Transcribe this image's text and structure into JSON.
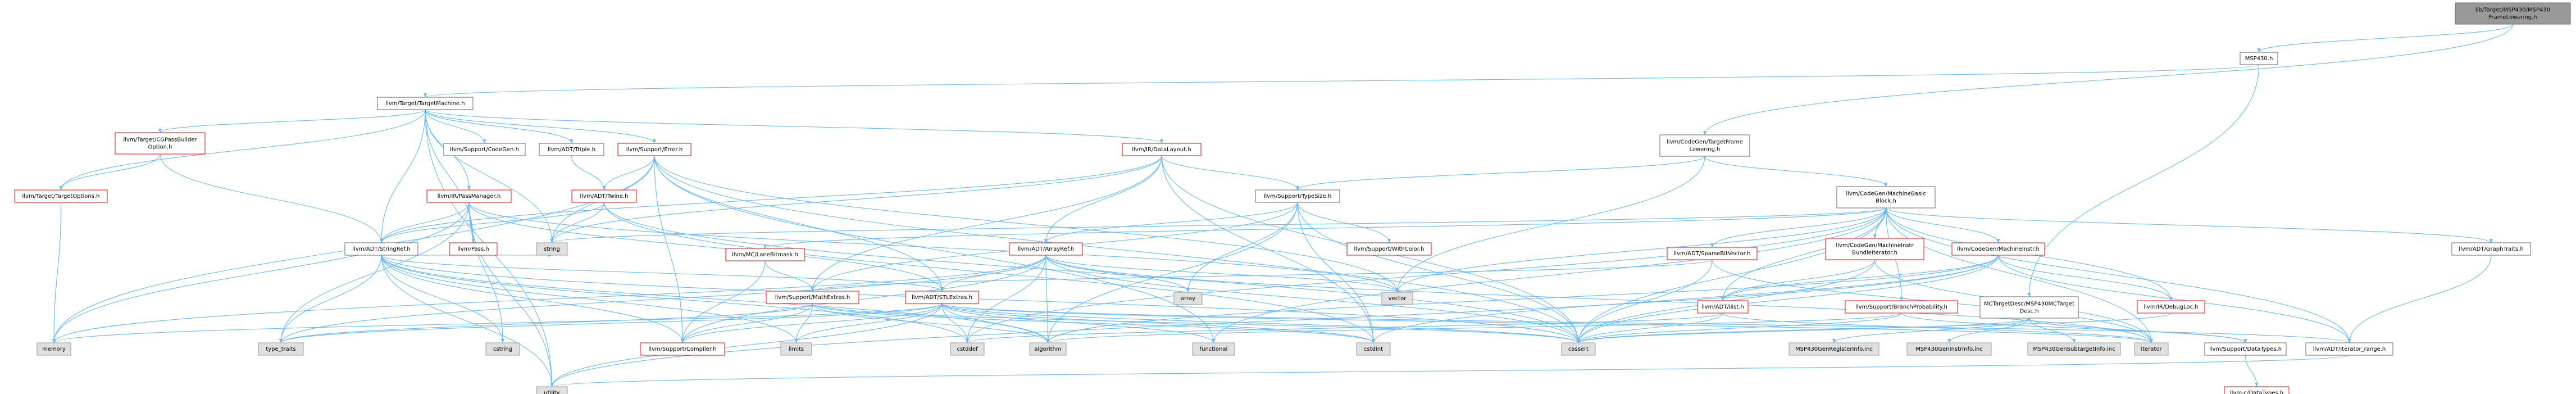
{
  "colors": {
    "edge": "#63b8ff",
    "node_fill": "#ffffff",
    "node_stroke_red": "#ff0000",
    "node_stroke_dark": "#666666",
    "root_fill": "#999999",
    "root_stroke": "#666666",
    "sys_fill": "#e0e0e0",
    "sys_stroke": "#999999",
    "text_red": "#cc0000",
    "text_dark": "#000000"
  },
  "nodes": [
    {
      "id": "root",
      "lines": [
        "lib/Target/MSP430/MSP430",
        "FrameLowering.h"
      ],
      "style": "root"
    },
    {
      "id": "msp430_h",
      "lines": [
        "MSP430.h"
      ],
      "style": "normal"
    },
    {
      "id": "target_machine",
      "lines": [
        "llvm/Target/TargetMachine.h"
      ],
      "style": "normal"
    },
    {
      "id": "cg_frame_lowering",
      "lines": [
        "llvm/CodeGen/TargetFrame",
        "Lowering.h"
      ],
      "style": "normal"
    },
    {
      "id": "cgpassbuilder",
      "lines": [
        "llvm/Target/CGPassBuilder",
        "Option.h"
      ],
      "style": "red"
    },
    {
      "id": "support_codegen",
      "lines": [
        "llvm/Support/CodeGen.h"
      ],
      "style": "normal"
    },
    {
      "id": "adt_triple",
      "lines": [
        "llvm/ADT/Triple.h"
      ],
      "style": "normal"
    },
    {
      "id": "support_error",
      "lines": [
        "llvm/Support/Error.h"
      ],
      "style": "red"
    },
    {
      "id": "ir_datalayout",
      "lines": [
        "llvm/IR/DataLayout.h"
      ],
      "style": "red"
    },
    {
      "id": "target_options",
      "lines": [
        "llvm/Target/TargetOptions.h"
      ],
      "style": "red"
    },
    {
      "id": "ir_passmanager",
      "lines": [
        "llvm/IR/PassManager.h"
      ],
      "style": "red"
    },
    {
      "id": "adt_twine",
      "lines": [
        "llvm/ADT/Twine.h"
      ],
      "style": "red"
    },
    {
      "id": "support_typesize",
      "lines": [
        "llvm/Support/TypeSize.h"
      ],
      "style": "normal"
    },
    {
      "id": "mbb",
      "lines": [
        "llvm/CodeGen/MachineBasic",
        "Block.h"
      ],
      "style": "normal"
    },
    {
      "id": "adt_stringref",
      "lines": [
        "llvm/ADT/StringRef.h"
      ],
      "style": "normal"
    },
    {
      "id": "pass_h",
      "lines": [
        "llvm/Pass.h"
      ],
      "style": "red"
    },
    {
      "id": "mc_lanebitmask",
      "lines": [
        "llvm/MC/LaneBitmask.h"
      ],
      "style": "red"
    },
    {
      "id": "adt_arrayref",
      "lines": [
        "llvm/ADT/ArrayRef.h"
      ],
      "style": "red"
    },
    {
      "id": "support_withcolor",
      "lines": [
        "llvm/Support/WithColor.h"
      ],
      "style": "red"
    },
    {
      "id": "adt_sparsebitvector",
      "lines": [
        "llvm/ADT/SparseBitVector.h"
      ],
      "style": "red"
    },
    {
      "id": "cg_instrbundleiter",
      "lines": [
        "llvm/CodeGen/MachineInstr",
        "BundleIterator.h"
      ],
      "style": "red"
    },
    {
      "id": "cg_machineinstr",
      "lines": [
        "llvm/CodeGen/MachineInstr.h"
      ],
      "style": "red"
    },
    {
      "id": "adt_graphtraits",
      "lines": [
        "llvm/ADT/GraphTraits.h"
      ],
      "style": "normal"
    },
    {
      "id": "support_mathextras",
      "lines": [
        "llvm/Support/MathExtras.h"
      ],
      "style": "red"
    },
    {
      "id": "adt_stlextras",
      "lines": [
        "llvm/ADT/STLExtras.h"
      ],
      "style": "red"
    },
    {
      "id": "adt_ilist",
      "lines": [
        "llvm/ADT/ilist.h"
      ],
      "style": "red"
    },
    {
      "id": "support_branchprob",
      "lines": [
        "llvm/Support/BranchProbability.h"
      ],
      "style": "red"
    },
    {
      "id": "mctargetdesc",
      "lines": [
        "MCTargetDesc/MSP430MCTarget",
        "Desc.h"
      ],
      "style": "normal"
    },
    {
      "id": "ir_debugloc",
      "lines": [
        "llvm/IR/DebugLoc.h"
      ],
      "style": "red"
    },
    {
      "id": "support_compiler",
      "lines": [
        "llvm/Support/Compiler.h"
      ],
      "style": "red"
    },
    {
      "id": "support_datatypes",
      "lines": [
        "llvm/Support/DataTypes.h"
      ],
      "style": "normal"
    },
    {
      "id": "adt_iterator_range",
      "lines": [
        "llvm/ADT/iterator_range.h"
      ],
      "style": "normal"
    },
    {
      "id": "llvm_c_datatypes",
      "lines": [
        "llvm-c/DataTypes.h"
      ],
      "style": "red"
    },
    {
      "id": "sys_string",
      "lines": [
        "string"
      ],
      "style": "sys"
    },
    {
      "id": "sys_vector",
      "lines": [
        "vector"
      ],
      "style": "sys"
    },
    {
      "id": "sys_array",
      "lines": [
        "array"
      ],
      "style": "sys"
    },
    {
      "id": "sys_memory",
      "lines": [
        "memory"
      ],
      "style": "sys"
    },
    {
      "id": "sys_type_traits",
      "lines": [
        "type_traits"
      ],
      "style": "sys"
    },
    {
      "id": "sys_cstring",
      "lines": [
        "cstring"
      ],
      "style": "sys"
    },
    {
      "id": "sys_limits",
      "lines": [
        "limits"
      ],
      "style": "sys"
    },
    {
      "id": "sys_cstddef",
      "lines": [
        "cstddef"
      ],
      "style": "sys"
    },
    {
      "id": "sys_algorithm",
      "lines": [
        "algorithm"
      ],
      "style": "sys"
    },
    {
      "id": "sys_functional",
      "lines": [
        "functional"
      ],
      "style": "sys"
    },
    {
      "id": "sys_cstdint",
      "lines": [
        "cstdint"
      ],
      "style": "sys"
    },
    {
      "id": "sys_cassert",
      "lines": [
        "cassert"
      ],
      "style": "sys"
    },
    {
      "id": "sys_utility",
      "lines": [
        "utility"
      ],
      "style": "sys"
    },
    {
      "id": "sys_iterator",
      "lines": [
        "iterator"
      ],
      "style": "sys"
    },
    {
      "id": "sys_msp_reginfo",
      "lines": [
        "MSP430GenRegisterInfo.inc"
      ],
      "style": "sys"
    },
    {
      "id": "sys_msp_instrinfo",
      "lines": [
        "MSP430GenInstrInfo.inc"
      ],
      "style": "sys"
    },
    {
      "id": "sys_msp_subtarget",
      "lines": [
        "MSP430GenSubtargetInfo.inc"
      ],
      "style": "sys"
    }
  ],
  "edges": [
    [
      "root",
      "msp430_h"
    ],
    [
      "root",
      "cg_frame_lowering"
    ],
    [
      "msp430_h",
      "target_machine"
    ],
    [
      "msp430_h",
      "mctargetdesc"
    ],
    [
      "target_machine",
      "cgpassbuilder"
    ],
    [
      "target_machine",
      "support_codegen"
    ],
    [
      "target_machine",
      "adt_triple"
    ],
    [
      "target_machine",
      "support_error"
    ],
    [
      "target_machine",
      "ir_datalayout"
    ],
    [
      "target_machine",
      "target_options"
    ],
    [
      "target_machine",
      "ir_passmanager"
    ],
    [
      "target_machine",
      "adt_stringref"
    ],
    [
      "target_machine",
      "pass_h"
    ],
    [
      "target_machine",
      "sys_string"
    ],
    [
      "target_machine",
      "sys_utility"
    ],
    [
      "cgpassbuilder",
      "target_options"
    ],
    [
      "cgpassbuilder",
      "adt_stringref"
    ],
    [
      "target_options",
      "sys_memory"
    ],
    [
      "adt_triple",
      "adt_twine"
    ],
    [
      "support_error",
      "adt_twine"
    ],
    [
      "support_error",
      "adt_stlextras"
    ],
    [
      "support_error",
      "support_compiler"
    ],
    [
      "support_error",
      "sys_string"
    ],
    [
      "support_error",
      "sys_vector"
    ],
    [
      "support_error",
      "sys_memory"
    ],
    [
      "support_error",
      "sys_cassert"
    ],
    [
      "support_error",
      "sys_functional"
    ],
    [
      "ir_datalayout",
      "adt_arrayref"
    ],
    [
      "ir_datalayout",
      "adt_stringref"
    ],
    [
      "ir_datalayout",
      "support_typesize"
    ],
    [
      "ir_datalayout",
      "support_mathextras"
    ],
    [
      "ir_datalayout",
      "sys_cassert"
    ],
    [
      "ir_datalayout",
      "sys_cstdint"
    ],
    [
      "ir_datalayout",
      "sys_string"
    ],
    [
      "ir_passmanager",
      "adt_stringref"
    ],
    [
      "ir_passmanager",
      "adt_stlextras"
    ],
    [
      "ir_passmanager",
      "pass_h"
    ],
    [
      "ir_passmanager",
      "sys_vector"
    ],
    [
      "ir_passmanager",
      "sys_type_traits"
    ],
    [
      "ir_passmanager",
      "sys_memory"
    ],
    [
      "ir_passmanager",
      "sys_cstring"
    ],
    [
      "ir_passmanager",
      "sys_utility"
    ],
    [
      "adt_twine",
      "adt_stringref"
    ],
    [
      "adt_twine",
      "sys_string"
    ],
    [
      "adt_twine",
      "sys_cassert"
    ],
    [
      "adt_twine",
      "sys_cstdint"
    ],
    [
      "cg_frame_lowering",
      "mbb"
    ],
    [
      "cg_frame_lowering",
      "support_typesize"
    ],
    [
      "cg_frame_lowering",
      "sys_vector"
    ],
    [
      "support_typesize",
      "support_mathextras"
    ],
    [
      "support_typesize",
      "support_withcolor"
    ],
    [
      "support_typesize",
      "sys_algorithm"
    ],
    [
      "support_typesize",
      "sys_array"
    ],
    [
      "support_typesize",
      "sys_cassert"
    ],
    [
      "support_typesize",
      "sys_cstdint"
    ],
    [
      "support_typesize",
      "adt_arrayref"
    ],
    [
      "mbb",
      "adt_graphtraits"
    ],
    [
      "mbb",
      "adt_sparsebitvector"
    ],
    [
      "mbb",
      "cg_instrbundleiter"
    ],
    [
      "mbb",
      "cg_machineinstr"
    ],
    [
      "mbb",
      "adt_ilist"
    ],
    [
      "mbb",
      "ir_debugloc"
    ],
    [
      "mbb",
      "mc_lanebitmask"
    ],
    [
      "mbb",
      "support_branchprob"
    ],
    [
      "mbb",
      "adt_iterator_range"
    ],
    [
      "mbb",
      "sys_cassert"
    ],
    [
      "mbb",
      "sys_functional"
    ],
    [
      "mbb",
      "sys_iterator"
    ],
    [
      "mbb",
      "sys_string"
    ],
    [
      "mbb",
      "sys_vector"
    ],
    [
      "mbb",
      "sys_cstddef"
    ],
    [
      "adt_stringref",
      "adt_stlextras"
    ],
    [
      "adt_stringref",
      "support_compiler"
    ],
    [
      "adt_stringref",
      "sys_algorithm"
    ],
    [
      "adt_stringref",
      "sys_cassert"
    ],
    [
      "adt_stringref",
      "sys_cstddef"
    ],
    [
      "adt_stringref",
      "sys_cstring"
    ],
    [
      "adt_stringref",
      "sys_limits"
    ],
    [
      "adt_stringref",
      "sys_string"
    ],
    [
      "adt_stringref",
      "sys_type_traits"
    ],
    [
      "adt_stringref",
      "sys_utility"
    ],
    [
      "pass_h",
      "sys_string"
    ],
    [
      "mc_lanebitmask",
      "support_mathextras"
    ],
    [
      "mc_lanebitmask",
      "support_compiler"
    ],
    [
      "adt_arrayref",
      "adt_stlextras"
    ],
    [
      "adt_arrayref",
      "support_compiler"
    ],
    [
      "adt_arrayref",
      "sys_algorithm"
    ],
    [
      "adt_arrayref",
      "sys_array"
    ],
    [
      "adt_arrayref",
      "sys_cassert"
    ],
    [
      "adt_arrayref",
      "sys_cstddef"
    ],
    [
      "adt_arrayref",
      "sys_iterator"
    ],
    [
      "adt_arrayref",
      "sys_memory"
    ],
    [
      "adt_arrayref",
      "sys_type_traits"
    ],
    [
      "adt_arrayref",
      "sys_vector"
    ],
    [
      "adt_sparsebitvector",
      "support_mathextras"
    ],
    [
      "adt_sparsebitvector",
      "sys_cassert"
    ],
    [
      "adt_sparsebitvector",
      "sys_iterator"
    ],
    [
      "cg_instrbundleiter",
      "adt_ilist"
    ],
    [
      "cg_instrbundleiter",
      "sys_cassert"
    ],
    [
      "cg_instrbundleiter",
      "sys_iterator"
    ],
    [
      "cg_machineinstr",
      "adt_ilist"
    ],
    [
      "cg_machineinstr",
      "ir_debugloc"
    ],
    [
      "cg_machineinstr",
      "adt_iterator_range"
    ],
    [
      "cg_machineinstr",
      "sys_algorithm"
    ],
    [
      "cg_machineinstr",
      "sys_cassert"
    ],
    [
      "cg_machineinstr",
      "sys_cstdint"
    ],
    [
      "cg_machineinstr",
      "sys_utility"
    ],
    [
      "adt_graphtraits",
      "adt_iterator_range"
    ],
    [
      "support_mathextras",
      "support_compiler"
    ],
    [
      "support_mathextras",
      "sys_cassert"
    ],
    [
      "support_mathextras",
      "sys_cstdint"
    ],
    [
      "support_mathextras",
      "sys_limits"
    ],
    [
      "support_mathextras",
      "sys_type_traits"
    ],
    [
      "support_mathextras",
      "sys_algorithm"
    ],
    [
      "adt_stlextras",
      "adt_iterator_range"
    ],
    [
      "adt_stlextras",
      "support_compiler"
    ],
    [
      "adt_stlextras",
      "sys_algorithm"
    ],
    [
      "adt_stlextras",
      "sys_cassert"
    ],
    [
      "adt_stlextras",
      "sys_cstddef"
    ],
    [
      "adt_stlextras",
      "sys_cstdint"
    ],
    [
      "adt_stlextras",
      "sys_functional"
    ],
    [
      "adt_stlextras",
      "sys_iterator"
    ],
    [
      "adt_stlextras",
      "sys_limits"
    ],
    [
      "adt_stlextras",
      "sys_memory"
    ],
    [
      "adt_stlextras",
      "sys_type_traits"
    ],
    [
      "adt_stlextras",
      "sys_utility"
    ],
    [
      "adt_ilist",
      "sys_cassert"
    ],
    [
      "adt_ilist",
      "sys_cstddef"
    ],
    [
      "adt_ilist",
      "sys_iterator"
    ],
    [
      "support_branchprob",
      "support_datatypes"
    ],
    [
      "support_branchprob",
      "sys_algorithm"
    ],
    [
      "support_branchprob",
      "sys_cassert"
    ],
    [
      "support_branchprob",
      "sys_numeric"
    ],
    [
      "mctargetdesc",
      "sys_msp_reginfo"
    ],
    [
      "mctargetdesc",
      "sys_msp_instrinfo"
    ],
    [
      "mctargetdesc",
      "sys_msp_subtarget"
    ],
    [
      "mctargetdesc",
      "support_datatypes"
    ],
    [
      "mctargetdesc",
      "sys_cassert"
    ],
    [
      "ir_debugloc",
      "sys_cassert"
    ],
    [
      "support_datatypes",
      "llvm_c_datatypes"
    ],
    [
      "adt_iterator_range",
      "sys_utility"
    ]
  ]
}
